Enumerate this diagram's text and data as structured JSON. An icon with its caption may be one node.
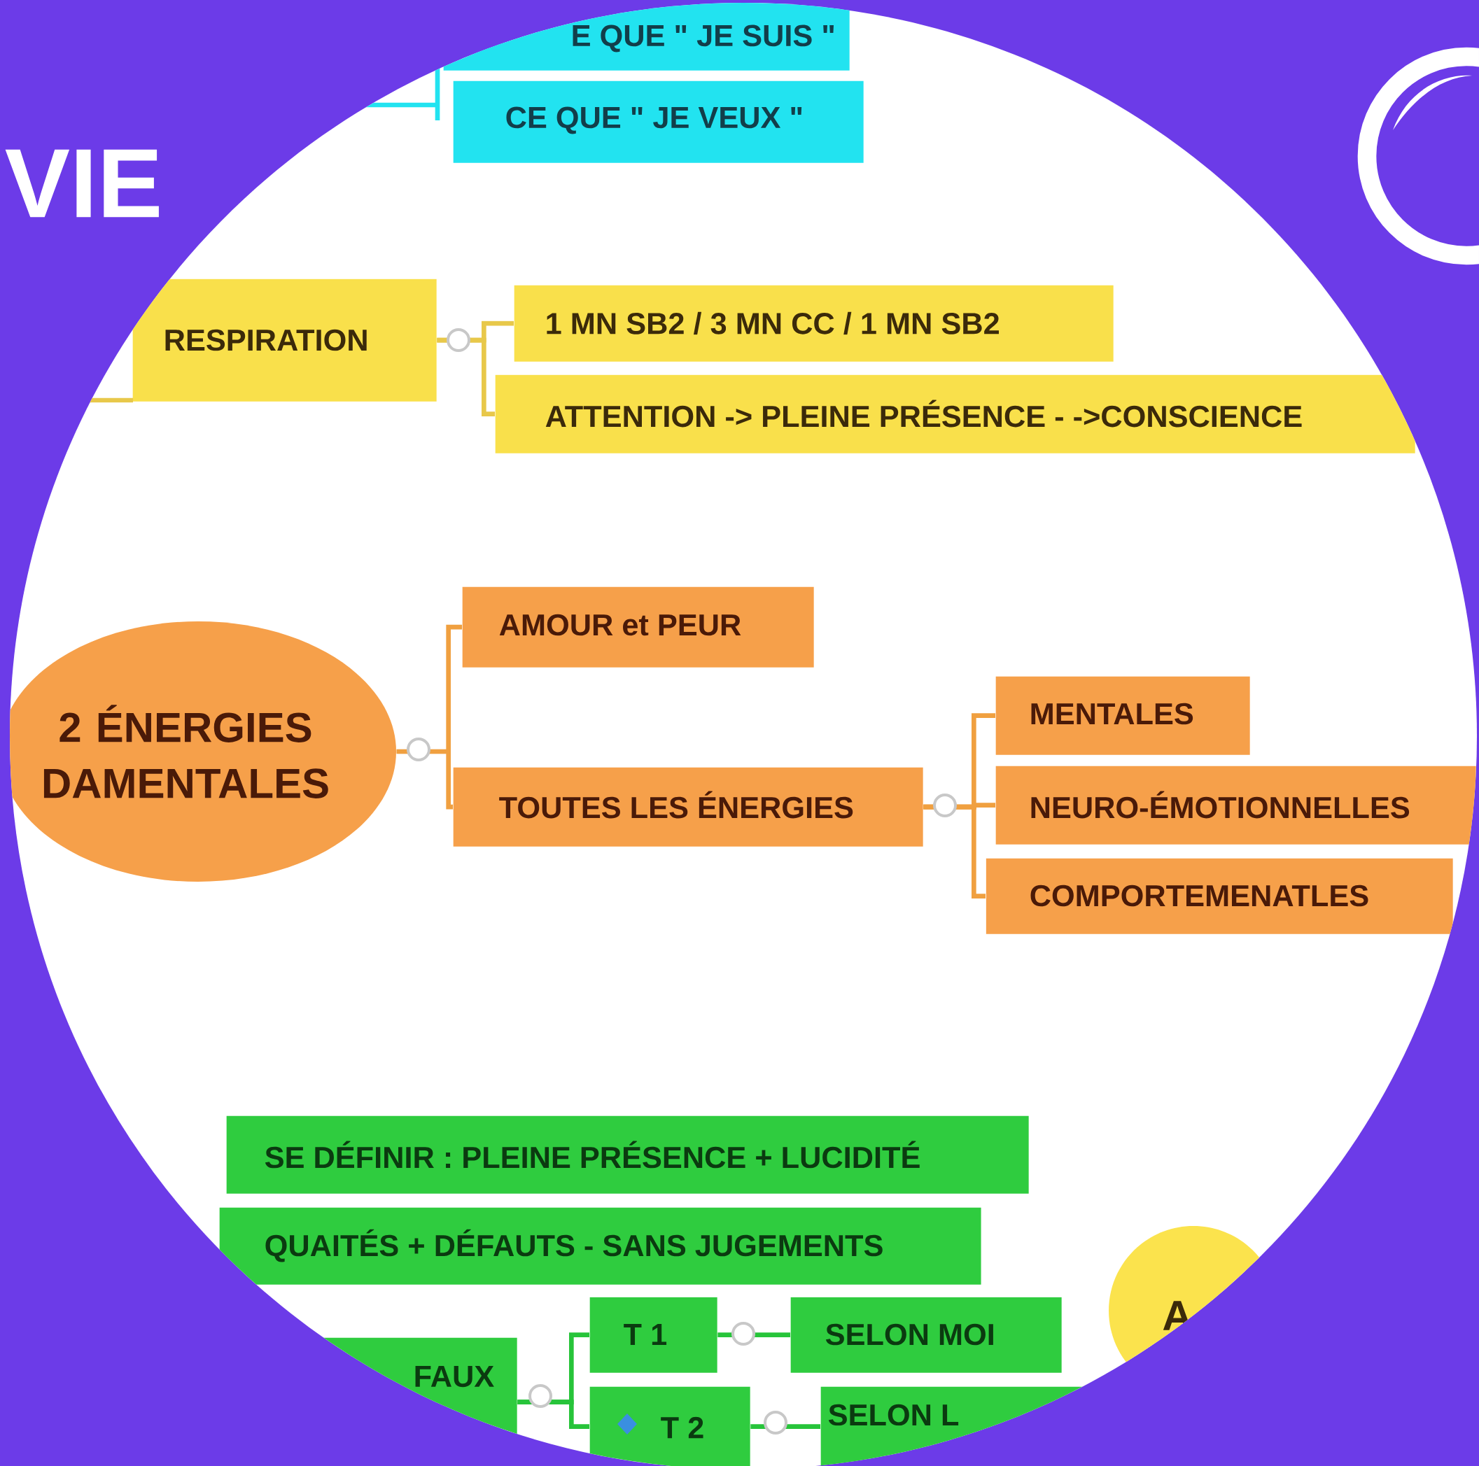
{
  "diagram": {
    "title": "VIE",
    "nodes": [
      {
        "text": [
          "E QUE \" JE SUIS \""
        ]
      },
      {
        "text": [
          "CE QUE \" JE VEUX \""
        ]
      },
      {
        "text": [
          "RESPIRATION"
        ]
      },
      {
        "text": [
          "1 MN SB2 / 3 MN CC / 1 MN SB2"
        ]
      },
      {
        "text": [
          "ATTENTION -> PLEINE PRÉSENCE - ->CONSCIENCE"
        ]
      },
      {
        "text": [
          "2 ÉNERGIES DAMENTALES"
        ]
      },
      {
        "text": [
          "AMOUR et PEUR"
        ]
      },
      {
        "text": [
          "TOUTES LES ÉNERGIES"
        ]
      },
      {
        "text": [
          "MENTALES"
        ]
      },
      {
        "text": [
          "NEURO-ÉMOTIONNELLES"
        ]
      },
      {
        "text": [
          "COMPORTEMENATLES"
        ]
      },
      {
        "text": [
          "SE DÉFINIR : PLEINE PRÉSENCE + LUCIDITÉ"
        ]
      },
      {
        "text": [
          "QUAITÉS + DÉFAUTS - SANS JUGEMENTS"
        ]
      },
      {
        "text": [
          "FAUX"
        ]
      },
      {
        "text": [
          "T 1"
        ]
      },
      {
        "text": [
          "T 2"
        ]
      },
      {
        "text": [
          "SELON MOI"
        ]
      },
      {
        "text": [
          "SELON L"
        ]
      },
      {
        "text": [
          "A"
        ]
      }
    ],
    "edges": [
      {
        "from": 2,
        "to": 3,
        "arrow": "none",
        "color": "#e8c84a"
      },
      {
        "from": 2,
        "to": 4,
        "arrow": "none",
        "color": "#e8c84a"
      },
      {
        "from": 5,
        "to": 6,
        "arrow": "none",
        "color": "#f0a040"
      },
      {
        "from": 5,
        "to": 7,
        "arrow": "none",
        "color": "#f0a040"
      },
      {
        "from": 7,
        "to": 8,
        "arrow": "none",
        "color": "#f0a040"
      },
      {
        "from": 7,
        "to": 9,
        "arrow": "none",
        "color": "#f0a040"
      },
      {
        "from": 7,
        "to": 10,
        "arrow": "none",
        "color": "#f0a040"
      },
      {
        "from": 13,
        "to": 14,
        "arrow": "none",
        "color": "#27c43a"
      },
      {
        "from": 13,
        "to": 15,
        "arrow": "none",
        "color": "#27c43a"
      },
      {
        "from": 14,
        "to": 16,
        "arrow": "none",
        "color": "#27c43a"
      },
      {
        "from": 15,
        "to": 17,
        "arrow": "none",
        "color": "#27c43a"
      }
    ]
  }
}
